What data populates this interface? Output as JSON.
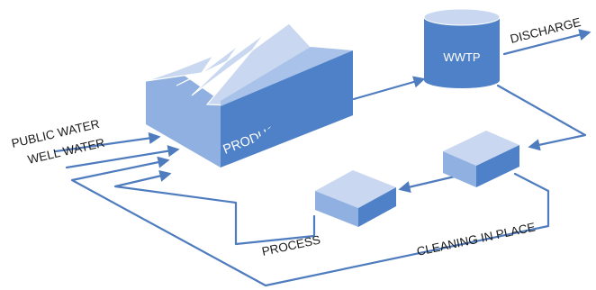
{
  "colors": {
    "flow": "#4f7cbf",
    "box_top": "#c9d8f0",
    "box_front": "#8fb0e0",
    "box_side": "#4f81c8",
    "label_text": "#1a1a1a",
    "inner_text": "#ffffff"
  },
  "nodes": {
    "production_plant": {
      "label": "PRODUCTION PLANT"
    },
    "wwtp": {
      "label": "WWTP"
    },
    "treatment_unit": {
      "label": ""
    },
    "process_unit": {
      "label": ""
    }
  },
  "labels": {
    "public_water": "PUBLIC WATER",
    "well_water": "WELL WATER",
    "discharge": "DISCHARGE",
    "process": "PROCESS",
    "cleaning_in_place": "CLEANING IN PLACE"
  }
}
